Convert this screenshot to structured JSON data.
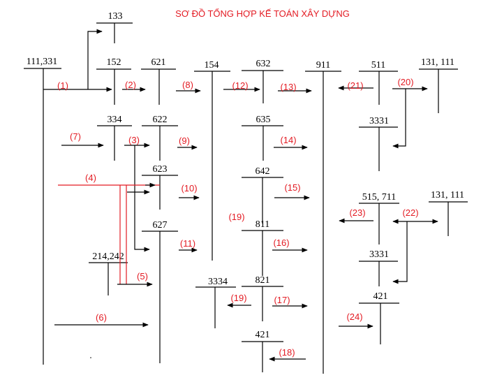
{
  "title": "SƠ ĐỒ TỔNG HỢP KẾ TOÁN XÂY DỰNG",
  "accounts": {
    "a133": "133",
    "a111_331": "111,331",
    "a152": "152",
    "a621": "621",
    "a154": "154",
    "a632": "632",
    "a911": "911",
    "a511": "511",
    "a131_111_top": "131, 111",
    "a334": "334",
    "a622": "622",
    "a635": "635",
    "a3331_top": "3331",
    "a623": "623",
    "a642": "642",
    "a515_711": "515, 711",
    "a131_111_bottom": "131, 111",
    "a627": "627",
    "a811": "811",
    "a214_242": "214,242",
    "a3331_bottom": "3331",
    "a3334": "3334",
    "a821": "821",
    "a421_right": "421",
    "a421_bottom": "421"
  },
  "steps": {
    "s1": "(1)",
    "s2": "(2)",
    "s8": "(8)",
    "s12": "(12)",
    "s13": "(13)",
    "s21": "(21)",
    "s20": "(20)",
    "s7": "(7)",
    "s3": "(3)",
    "s9": "(9)",
    "s14": "(14)",
    "s4": "(4)",
    "s10": "(10)",
    "s15": "(15)",
    "s19a": "(19)",
    "s23": "(23)",
    "s22": "(22)",
    "s11": "(11)",
    "s16": "(16)",
    "s5": "(5)",
    "s19b": "(19)",
    "s17": "(17)",
    "s6": "(6)",
    "s24": "(24)",
    "s18": "(18)"
  },
  "colors": {
    "title": "#e31b23",
    "step_label": "#e31b23",
    "line": "#000000",
    "flow_4": "#e31b23"
  }
}
